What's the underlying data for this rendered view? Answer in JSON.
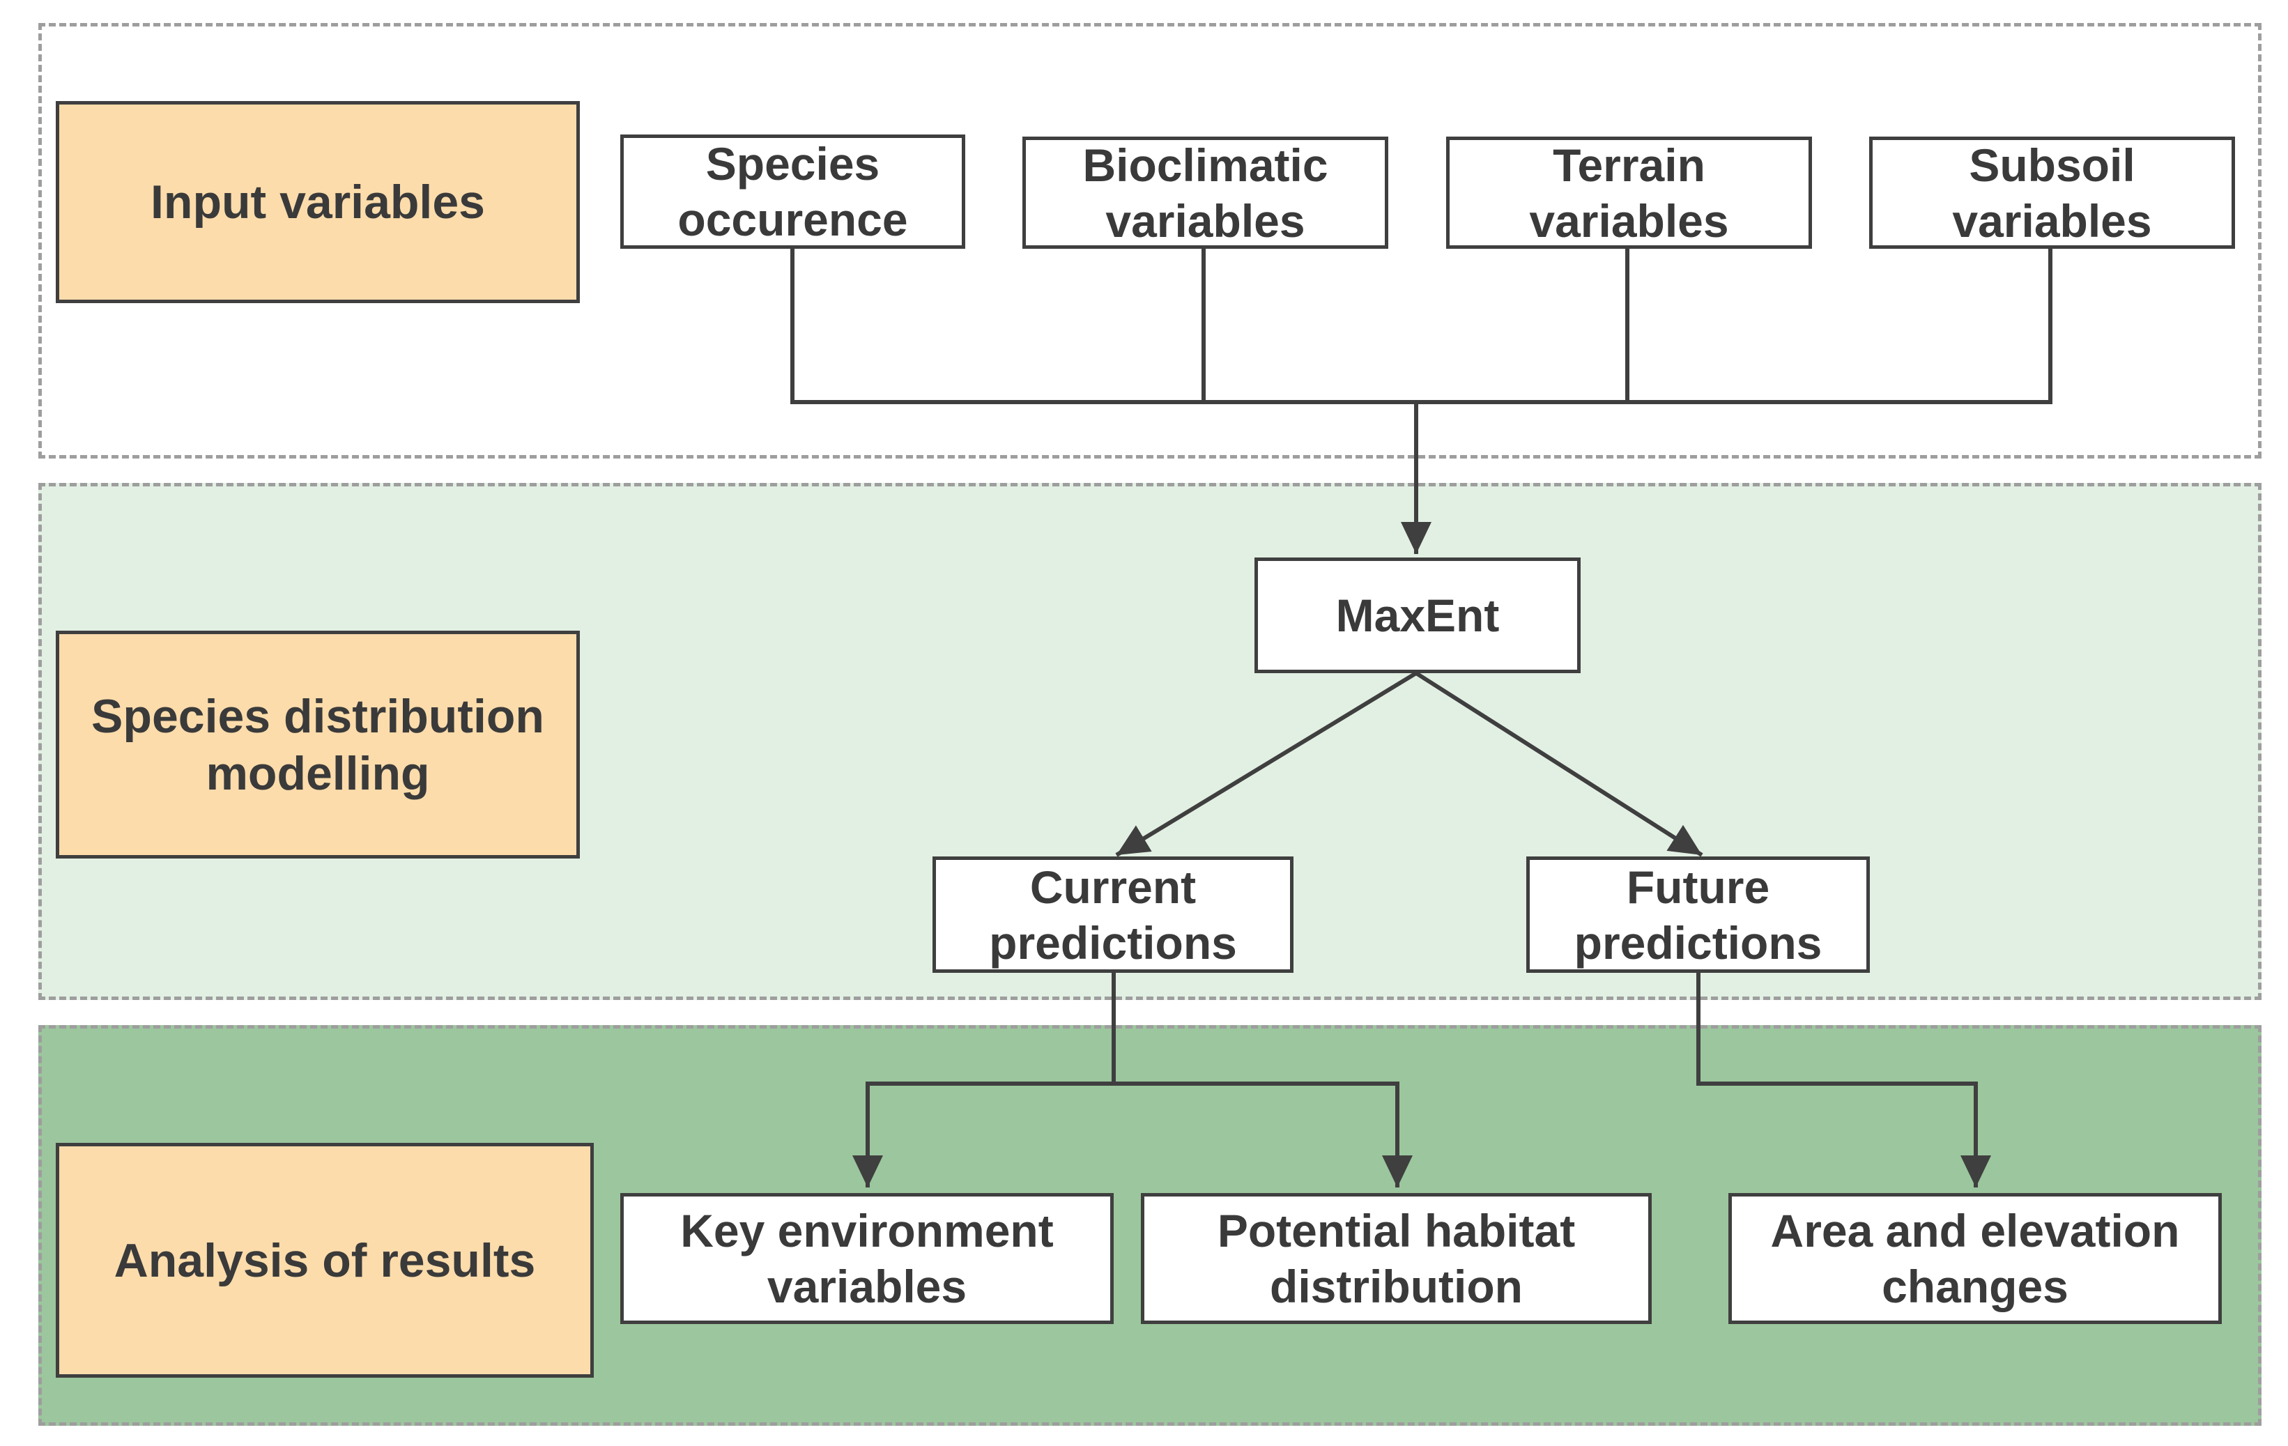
{
  "colors": {
    "label_fill": "#fcdcab",
    "modelling_fill": "#e2f0e3",
    "analysis_fill": "#9cc69d",
    "line": "#3f3f3f",
    "panel_border": "#9e9e9e"
  },
  "sections": {
    "input": {
      "label": "Input variables"
    },
    "modelling": {
      "label": "Species distribution\nmodelling"
    },
    "analysis": {
      "label": "Analysis of results"
    }
  },
  "inputs": [
    {
      "label": "Species\noccurence"
    },
    {
      "label": "Bioclimatic\nvariables"
    },
    {
      "label": "Terrain\nvariables"
    },
    {
      "label": "Subsoil\nvariables"
    }
  ],
  "model": {
    "label": "MaxEnt"
  },
  "predictions": {
    "current": {
      "label": "Current\npredictions"
    },
    "future": {
      "label": "Future\npredictions"
    }
  },
  "results": [
    {
      "label": "Key environment\nvariables"
    },
    {
      "label": "Potential habitat\ndistribution"
    },
    {
      "label": "Area and elevation\nchanges"
    }
  ]
}
